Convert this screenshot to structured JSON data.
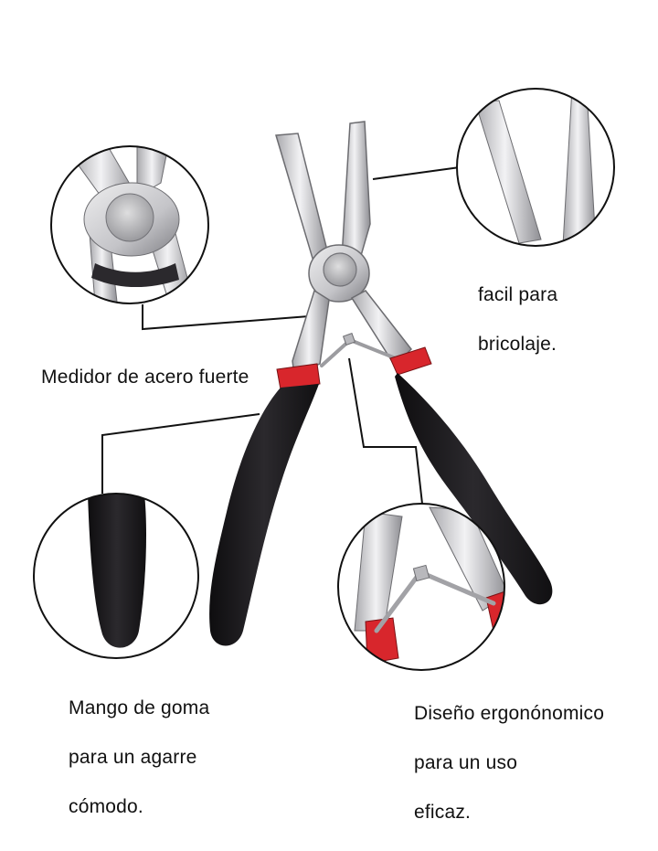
{
  "captions": {
    "top_right": [
      "facil para",
      "bricolaje."
    ],
    "top_left": [
      "Medidor de acero fuerte"
    ],
    "bottom_left": [
      "Mango de goma",
      "para un agarre",
      "cómodo."
    ],
    "bottom_right": [
      "Diseño ergonónomico",
      "para un uso",
      "eficaz."
    ]
  },
  "colors": {
    "handle": "#1c1a1d",
    "steel_light": "#e6e6e8",
    "steel_dark": "#8a8a8e",
    "accent_red": "#d8262c",
    "line": "#111111"
  },
  "icons": {
    "main": "pliers-icon",
    "detail_jaw": "pliers-jaw-tip-detail",
    "detail_pivot": "pliers-pivot-detail",
    "detail_handle": "rubber-handle-detail",
    "detail_spring": "spring-detail"
  }
}
